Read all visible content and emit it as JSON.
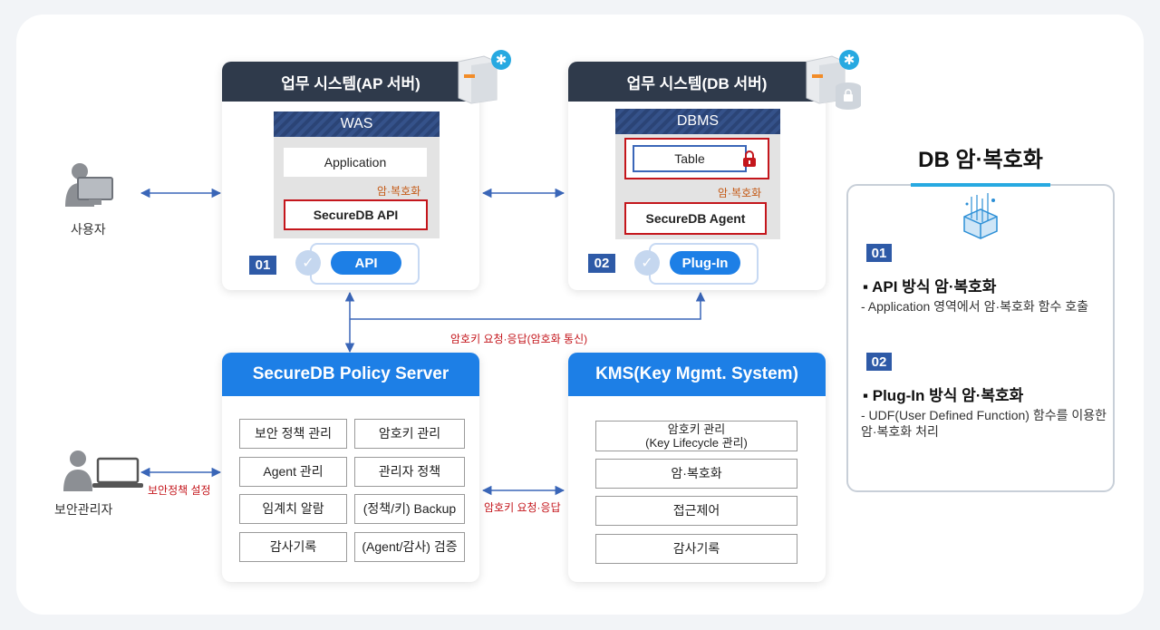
{
  "ap_server": {
    "title": "업무 시스템(AP 서버)",
    "was": "WAS",
    "application": "Application",
    "crypto": "암·복호화",
    "securedb_api": "SecureDB API",
    "step": "01",
    "pill": "API"
  },
  "db_server": {
    "title": "업무 시스템(DB 서버)",
    "dbms": "DBMS",
    "table": "Table",
    "crypto": "암·복호화",
    "agent": "SecureDB Agent",
    "step": "02",
    "pill": "Plug-In"
  },
  "user_label": "사용자",
  "admin_label": "보안관리자",
  "edge_labels": {
    "key_request_comm": "암호키 요청·응답(암호화 통신)",
    "policy_setting": "보안정책 설정",
    "key_request": "암호키 요청·응답"
  },
  "policy_server": {
    "title": "SecureDB Policy Server",
    "items": [
      "보안 정책 관리",
      "암호키 관리",
      "Agent 관리",
      "관리자 정책",
      "임계치 알람",
      "(정책/키) Backup",
      "감사기록",
      "(Agent/감사) 검증"
    ]
  },
  "kms": {
    "title": "KMS(Key Mgmt. System)",
    "items": [
      "암호키 관리\n(Key Lifecycle 관리)",
      "암·복호화",
      "접근제어",
      "감사기록"
    ]
  },
  "panel": {
    "heading": "DB 암·복호화",
    "sec1_num": "01",
    "sec1_title": "▪ API 방식 암·복호화",
    "sec1_desc": " - Application 영역에서 암·복호화 함수 호출",
    "sec2_num": "02",
    "sec2_title": "▪ Plug-In 방식 암·복호화",
    "sec2_desc": " - UDF(User Defined Function) 함수를 이용한 암·복호화 처리"
  },
  "colors": {
    "navy": "#2f3a4b",
    "blue": "#1d7fe6",
    "red": "#c4161c",
    "step": "#2e5aa7"
  },
  "icons": [
    "user-computer-icon",
    "admin-laptop-icon",
    "server-icon",
    "gear-badge-icon",
    "database-lock-icon",
    "lock-icon",
    "check-icon",
    "data-box-icon"
  ]
}
